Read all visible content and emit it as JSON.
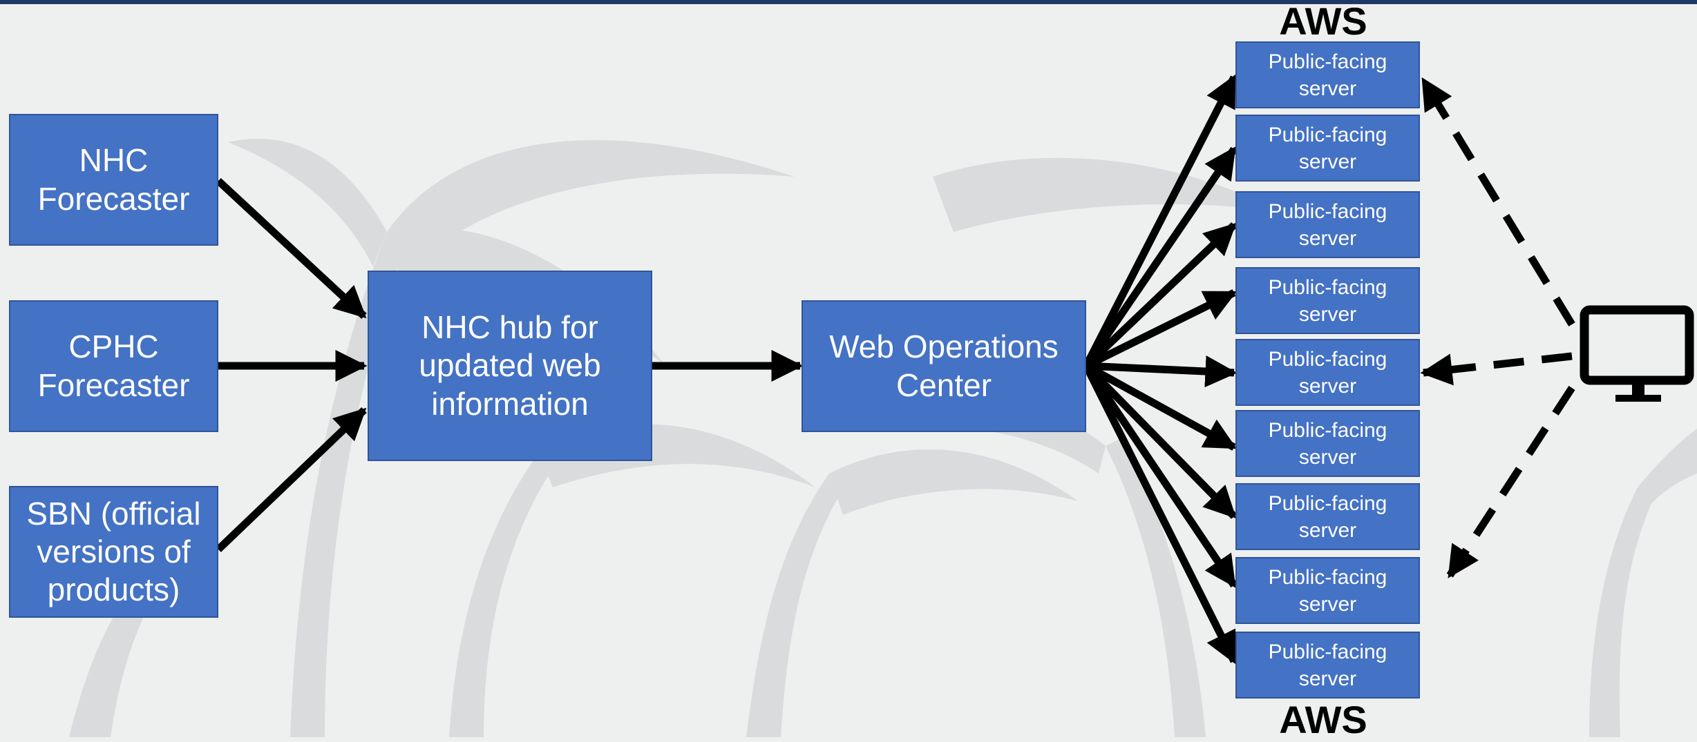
{
  "diagram": {
    "sources": [
      {
        "label": "NHC\nForecaster"
      },
      {
        "label": "CPHC\nForecaster"
      },
      {
        "label": "SBN (official\nversions of\nproducts)"
      }
    ],
    "hub": {
      "label": "NHC hub for\nupdated web\ninformation"
    },
    "web_ops": {
      "label": "Web Operations\nCenter"
    },
    "aws_top_label": "AWS",
    "aws_bottom_label": "AWS",
    "servers": [
      {
        "label": "Public-facing\nserver"
      },
      {
        "label": "Public-facing\nserver"
      },
      {
        "label": "Public-facing\nserver"
      },
      {
        "label": "Public-facing\nserver"
      },
      {
        "label": "Public-facing\nserver"
      },
      {
        "label": "Public-facing\nserver"
      },
      {
        "label": "Public-facing\nserver"
      },
      {
        "label": "Public-facing\nserver"
      },
      {
        "label": "Public-facing\nserver"
      }
    ],
    "client_icon": "desktop-monitor-icon",
    "colors": {
      "box_fill": "#4472c4",
      "box_border": "#2f5597",
      "arrow": "#000000",
      "header_bar": "#1f3864"
    }
  }
}
